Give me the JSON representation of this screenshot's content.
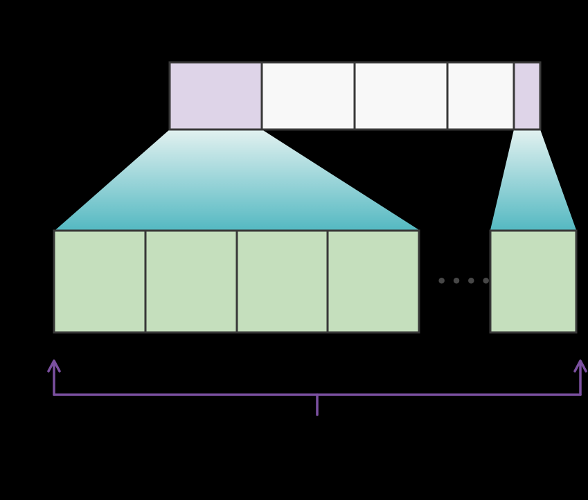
{
  "figure": {
    "name": "block-expansion-diagram",
    "background": "#000000",
    "colors": {
      "cell_border": "#383838",
      "highlight_cell": "#ded4e8",
      "plain_cell": "#f8f8f8",
      "expanded_cell": "#c5dfbd",
      "gradient_top": "#e2f1f0",
      "gradient_bottom": "#55b9c2",
      "bracket": "#7b50a0",
      "ellipsis": "#474747"
    },
    "top_row": {
      "cell_count": 5,
      "cells": [
        "highlight",
        "plain",
        "plain",
        "plain",
        "highlight-narrow"
      ]
    },
    "bottom_row": {
      "left_cell_count": 4,
      "right_cell_count": 1
    },
    "ellipsis_text": "••••"
  }
}
